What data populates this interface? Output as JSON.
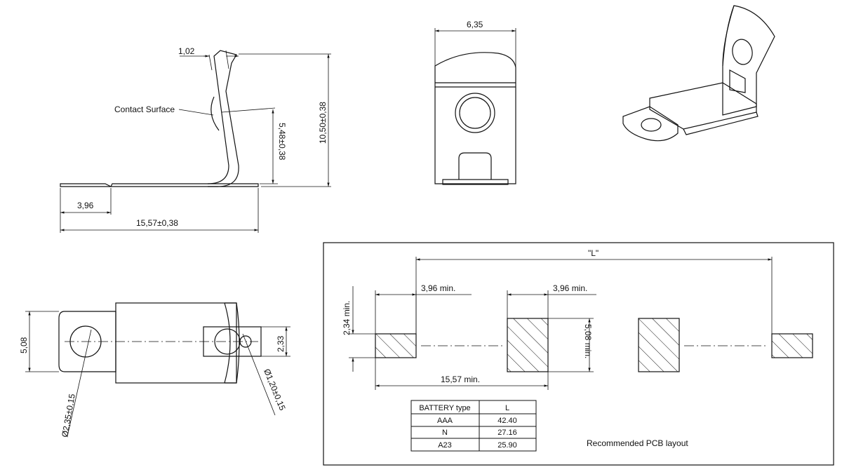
{
  "side_view": {
    "dim_thickness": "1,02",
    "label_contact": "Contact Surface",
    "dim_contact_height": "5,48±0,38",
    "dim_total_height": "10,50±0,38",
    "dim_tab": "3,96",
    "dim_length": "15,57±0,38"
  },
  "front_view": {
    "dim_width": "6,35"
  },
  "top_view": {
    "dim_width": "5,08",
    "dim_slot": "2,33",
    "dim_hole_large": "Ø2,35±0,15",
    "dim_hole_small": "Ø1,20±0,15"
  },
  "pcb_layout": {
    "dim_L": "\"L\"",
    "dim_pad_width_1": "3,96  min.",
    "dim_pad_width_2": "3,96  min.",
    "dim_pad_height": "2,34  min.",
    "dim_pad_height_2": "5,08  min.",
    "dim_pitch": "15,57  min.",
    "caption": "Recommended PCB layout",
    "table": {
      "headers": [
        "BATTERY type",
        "L"
      ],
      "rows": [
        [
          "AAA",
          "42.40"
        ],
        [
          "N",
          "27.16"
        ],
        [
          "A23",
          "25.90"
        ]
      ]
    }
  }
}
